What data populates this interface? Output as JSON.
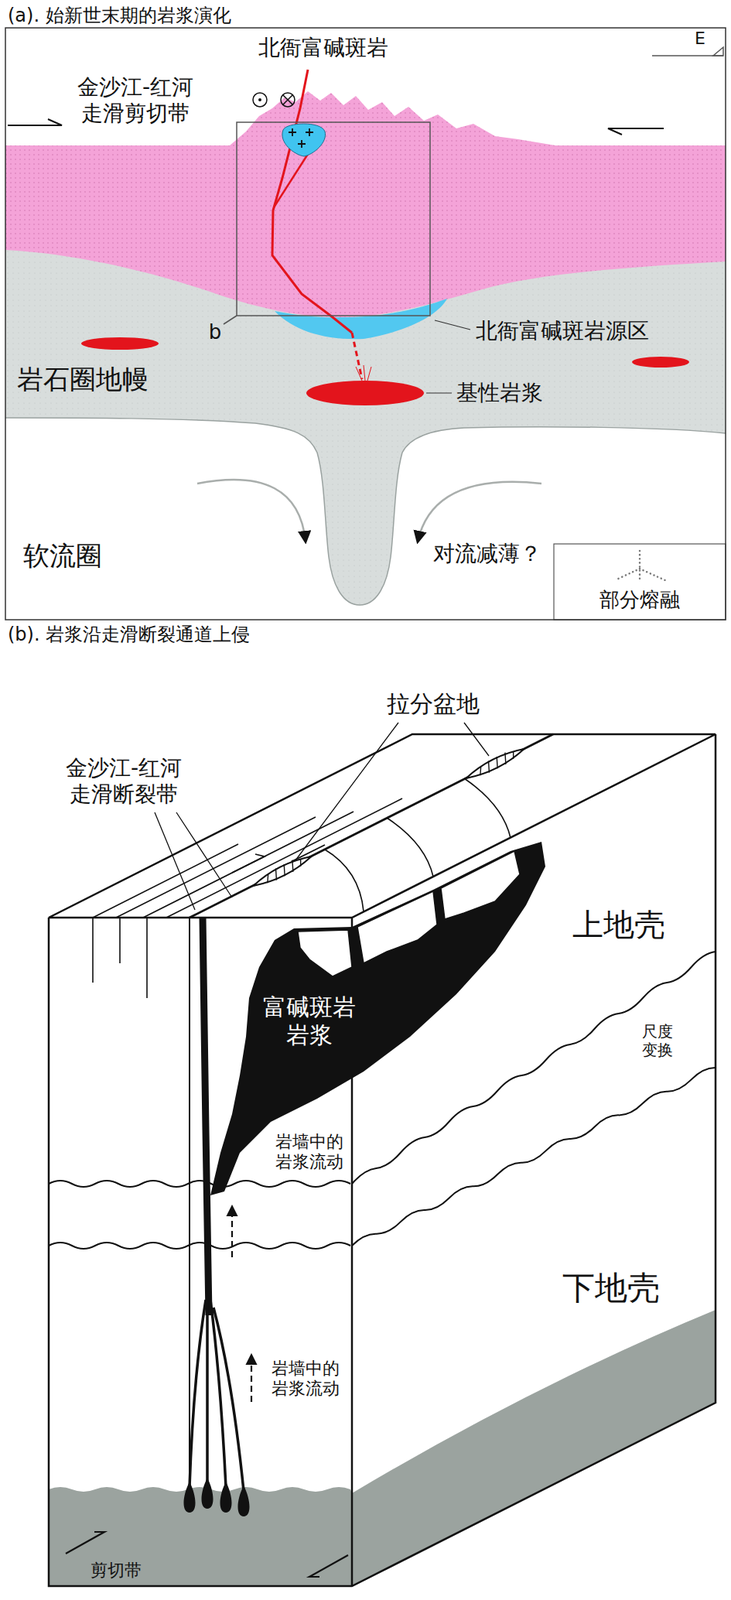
{
  "diagram": {
    "labels": [
      "(a). 始新世末期的岩浆演化",
      "北衙富碱斑岩",
      "金沙江-红河 走滑剪切带",
      "E",
      "b",
      "北衙富碱斑岩源区",
      "岩石圈地幔",
      "基性岩浆",
      "软流圈",
      "对流减薄？",
      "(b). 岩浆沿走滑断裂通道上侵",
      "拉分盆地",
      "金沙江-红河 走滑断裂带",
      "富碱斑岩 岩浆",
      "上地壳",
      "尺度 变换",
      "岩墙中的 岩浆流动",
      "岩墙中的 岩浆流动",
      "下地壳",
      "剪切带"
    ],
    "legend": [
      {
        "text": "部分熔融"
      }
    ]
  }
}
